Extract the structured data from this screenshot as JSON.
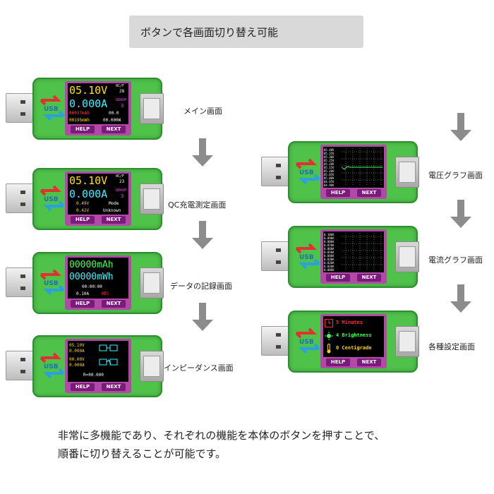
{
  "banner": "ボタンで各画面切り替え可能",
  "labels": {
    "main": "メイン画面",
    "qc": "QC充電測定画面",
    "data": "データの記録画面",
    "impedance": "インピーダンス画面",
    "voltage_graph": "電圧グラフ画面",
    "current_graph": "電流グラフ画面",
    "settings": "各種設定画面"
  },
  "footer": {
    "line1": "非常に多機能であり、それぞれの機能を本体のボタンを押すことで、",
    "line2": "順番に切り替えることが可能です。"
  },
  "buttons": {
    "help": "HELP",
    "next": "NEXT"
  },
  "logo_text": "USB",
  "screens": {
    "main": {
      "voltage": "05.10V",
      "current": "0.000A",
      "temp": "28",
      "temp_unit": "0C/F",
      "group_label": "GROUP",
      "group": "3",
      "mah": "00037mAh",
      "extra": "00.0",
      "mwh": "00195mWh",
      "power": "00.000W"
    },
    "qc": {
      "voltage": "05.10V",
      "current": "0.000A",
      "temp": "23",
      "temp_unit": "0C/F",
      "group_label": "GROUP",
      "group": "3",
      "dplus": "0.49V",
      "dminus": "0.42V",
      "mode_label": "Mode",
      "mode": "Unknown"
    },
    "data": {
      "mah": "00000mAh",
      "mwh": "00000mWh",
      "time": "00:00:00",
      "threshold": "0.10A",
      "rec": "REC"
    },
    "impedance": {
      "v1": "05.10V",
      "a1": "0.000A",
      "v2": "00.00V",
      "a2": "0.000A",
      "r": "R=00.000"
    },
    "voltage_graph": {
      "ticks": [
        "05.40V",
        "05.35V",
        "05.30V",
        "05.25V",
        "05.20V",
        "05.15V",
        "05.10V",
        "05.05V",
        "05.00V",
        "04.95V",
        "04.90V"
      ]
    },
    "current_graph": {
      "ticks": [
        "0.100A",
        "0.090A",
        "0.080A",
        "0.070A",
        "0.060A",
        "0.050A",
        "0.040A",
        "0.030A",
        "0.020A",
        "0.010A",
        "0.000A"
      ]
    },
    "settings": {
      "item1": "5 Minutes",
      "item2": "4 Brightness",
      "item3": "0 Centigrade"
    }
  }
}
